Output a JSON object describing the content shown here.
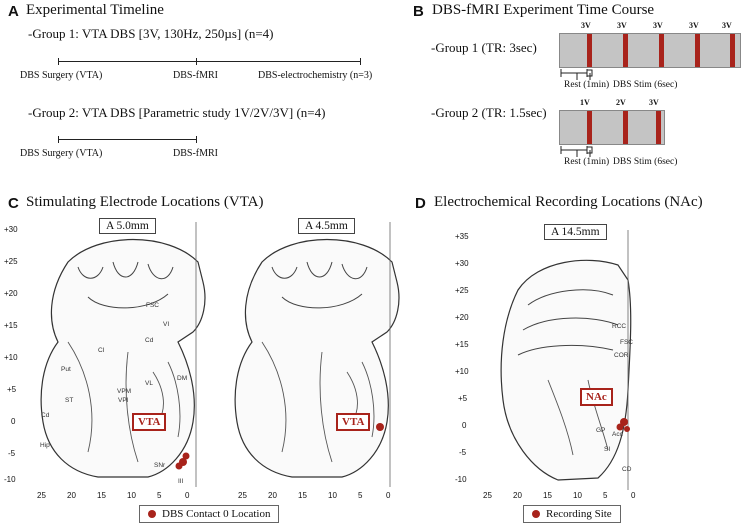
{
  "panelA": {
    "letter": "A",
    "title": "Experimental Timeline",
    "group1": {
      "label": "-Group 1: VTA DBS [3V, 130Hz, 250µs] (n=4)",
      "events": [
        "DBS Surgery (VTA)",
        "DBS-fMRI",
        "DBS-electrochemistry (n=3)"
      ]
    },
    "group2": {
      "label": "-Group 2: VTA DBS [Parametric study 1V/2V/3V] (n=4)",
      "events": [
        "DBS Surgery (VTA)",
        "DBS-fMRI"
      ]
    }
  },
  "panelB": {
    "letter": "B",
    "title": "DBS-fMRI Experiment Time Course",
    "group1": {
      "label": "-Group 1 (TR: 3sec)",
      "stim_labels": [
        "3V",
        "3V",
        "3V",
        "3V",
        "3V"
      ],
      "rest": "Rest (1min)",
      "stim": "DBS Stim (6sec)"
    },
    "group2": {
      "label": "-Group 2 (TR: 1.5sec)",
      "stim_labels": [
        "1V",
        "2V",
        "3V"
      ],
      "rest": "Rest (1min)",
      "stim": "DBS Stim (6sec)"
    },
    "stim_color": "#a8231b"
  },
  "panelC": {
    "letter": "C",
    "title": "Stimulating Electrode Locations (VTA)",
    "atlas1_label": "A 5.0mm",
    "atlas2_label": "A 4.5mm",
    "region_label": "VTA",
    "y_ticks": [
      "+30",
      "+25",
      "+20",
      "+15",
      "+10",
      "+5",
      "0",
      "-5",
      "-10"
    ],
    "x_ticks": [
      "25",
      "20",
      "15",
      "10",
      "5",
      "0"
    ],
    "legend": "DBS Contact 0 Location",
    "structure_labels": [
      "FSC",
      "VI",
      "Cd",
      "CI",
      "Put",
      "ST",
      "Cd",
      "Hip",
      "VPI",
      "VL",
      "DM",
      "SNr",
      "VPM",
      "III"
    ]
  },
  "panelD": {
    "letter": "D",
    "title": "Electrochemical Recording Locations (NAc)",
    "atlas_label": "A 14.5mm",
    "region_label": "NAc",
    "y_ticks": [
      "+35",
      "+30",
      "+25",
      "+20",
      "+15",
      "+10",
      "+5",
      "0",
      "-5",
      "-10"
    ],
    "x_ticks": [
      "25",
      "20",
      "15",
      "10",
      "5",
      "0"
    ],
    "legend": "Recording Site",
    "structure_labels": [
      "RCC",
      "FSC",
      "COR",
      "GP",
      "SI",
      "Acc",
      "CD"
    ]
  }
}
